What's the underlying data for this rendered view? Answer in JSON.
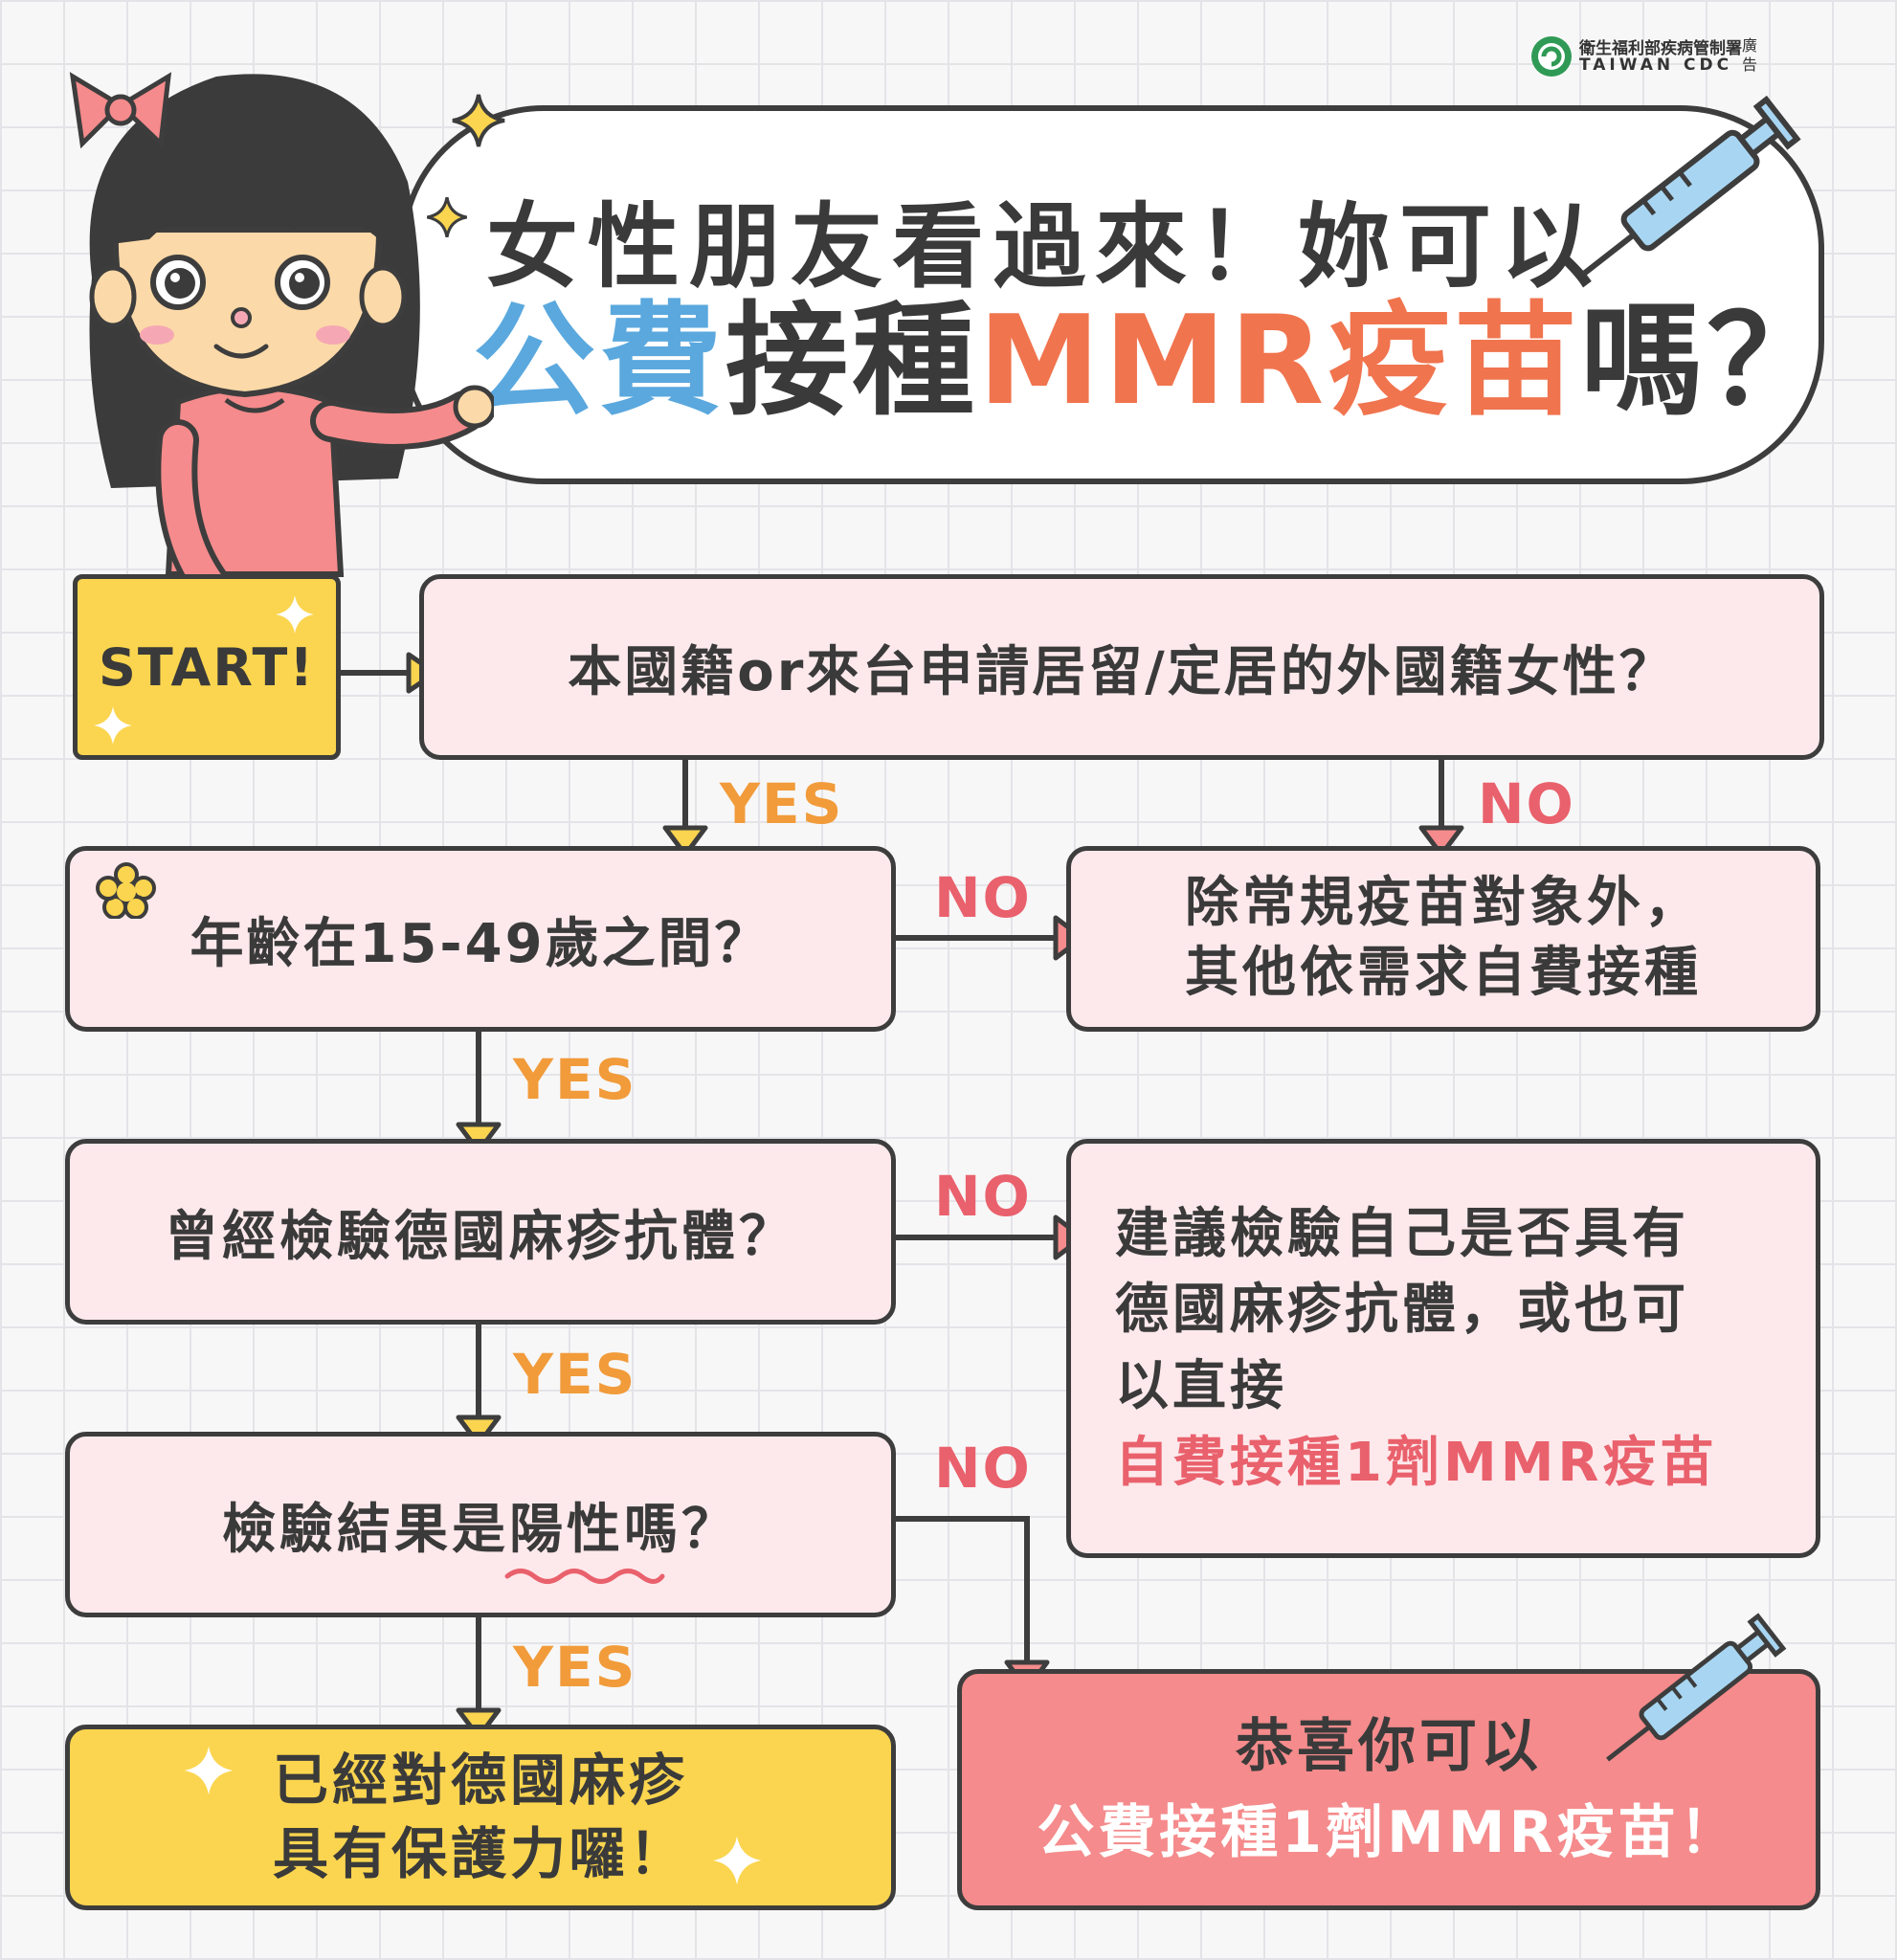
{
  "logo": {
    "org_zh": "衛生福利部疾病管制署",
    "org_en": "TAIWAN CDC",
    "ad_label": "廣告"
  },
  "header": {
    "line1": "女性朋友看過來！妳可以",
    "line2_part1": "公費",
    "line2_part2": "接種",
    "line2_part3": "MMR疫苗",
    "line2_part4": "嗎？"
  },
  "flow": {
    "start": "START!",
    "q1": "本國籍or來台申請居留/定居的外國籍女性？",
    "q2": "年齡在15-49歲之間？",
    "q3": "曾經檢驗德國麻疹抗體？",
    "q4_part1": "檢驗結果是",
    "q4_part2": "陽性",
    "q4_part3": "嗎？",
    "r_no1_line1": "除常規疫苗對象外，",
    "r_no1_line2": "其他依需求自費接種",
    "r_no3_line1": "建議檢驗自己是否具有",
    "r_no3_line2": "德國麻疹抗體，或也可",
    "r_no3_line3": "以直接",
    "r_no3_line4": "自費接種1劑MMR疫苗",
    "r_yes_line1": "已經對德國麻疹",
    "r_yes_line2": "具有保護力囉！",
    "r_final_line1": "恭喜你可以",
    "r_final_line2": "公費接種1劑MMR疫苗！",
    "yes_label": "YES",
    "no_label": "NO"
  },
  "colors": {
    "blue": "#5aa8de",
    "orange": "#f0744e",
    "pink_box": "#fde9ec",
    "yellow": "#fbd54f",
    "coral": "#f58b8c",
    "yes": "#f19b3a",
    "no": "#e9616c"
  }
}
